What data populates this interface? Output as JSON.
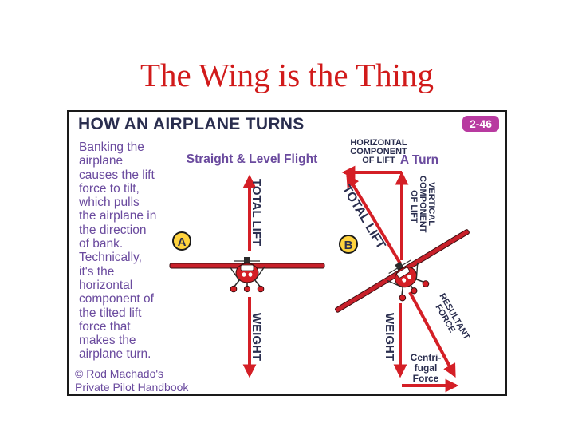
{
  "slide": {
    "title": "The Wing is the Thing"
  },
  "figure": {
    "title": "HOW AN AIRPLANE TURNS",
    "number": "2-46",
    "description": [
      "Banking the",
      "airplane",
      "causes the lift",
      "force to tilt,",
      "which pulls",
      "the airplane in",
      "the direction",
      "of bank.",
      "Technically,",
      "it's the",
      "horizontal",
      "component of",
      "the tilted lift",
      "force that",
      "makes the",
      "airplane turn."
    ],
    "credit": {
      "line1": "© Rod Machado's",
      "line2": "Private Pilot Handbook"
    },
    "panel_a": {
      "marker": "A",
      "caption": "Straight & Level Flight",
      "up_label": "TOTAL LIFT",
      "down_label": "WEIGHT"
    },
    "panel_b": {
      "marker": "B",
      "caption": "A Turn",
      "horizontal_label": [
        "HORIZONTAL",
        "COMPONENT",
        "OF LIFT"
      ],
      "vertical_label": [
        "VERTICAL",
        "COMPONENT",
        "OF LIFT"
      ],
      "lift_label": "TOTAL LIFT",
      "weight_label": "WEIGHT",
      "resultant_label": [
        "RESULTANT",
        "FORCE"
      ],
      "centrifugal_label": [
        "Centri-",
        "fugal",
        "Force"
      ]
    },
    "colors": {
      "arrow": "#d41f26",
      "text": "#6a4a9e",
      "title": "#2a2e4f",
      "badge": "#b83aa0",
      "slide_title": "#d11a1a"
    }
  }
}
